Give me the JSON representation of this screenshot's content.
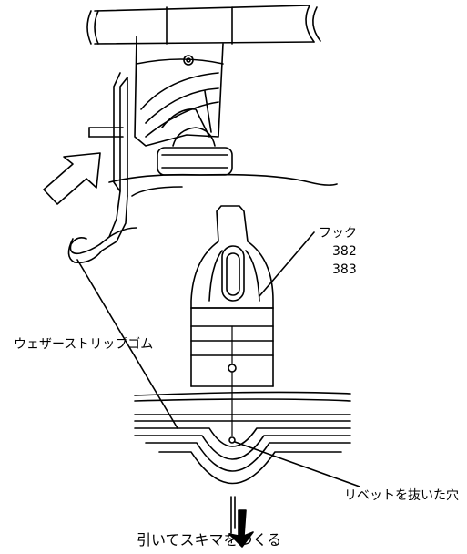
{
  "labels": {
    "hook": "フック",
    "part_1": "382",
    "part_2": "383",
    "weatherstrip": "ウェザーストリップゴム",
    "rivet_hole": "リベットを抜いた穴",
    "instruction": "引いてスキマをつくる"
  },
  "colors": {
    "line": "#000000",
    "background": "#ffffff"
  }
}
